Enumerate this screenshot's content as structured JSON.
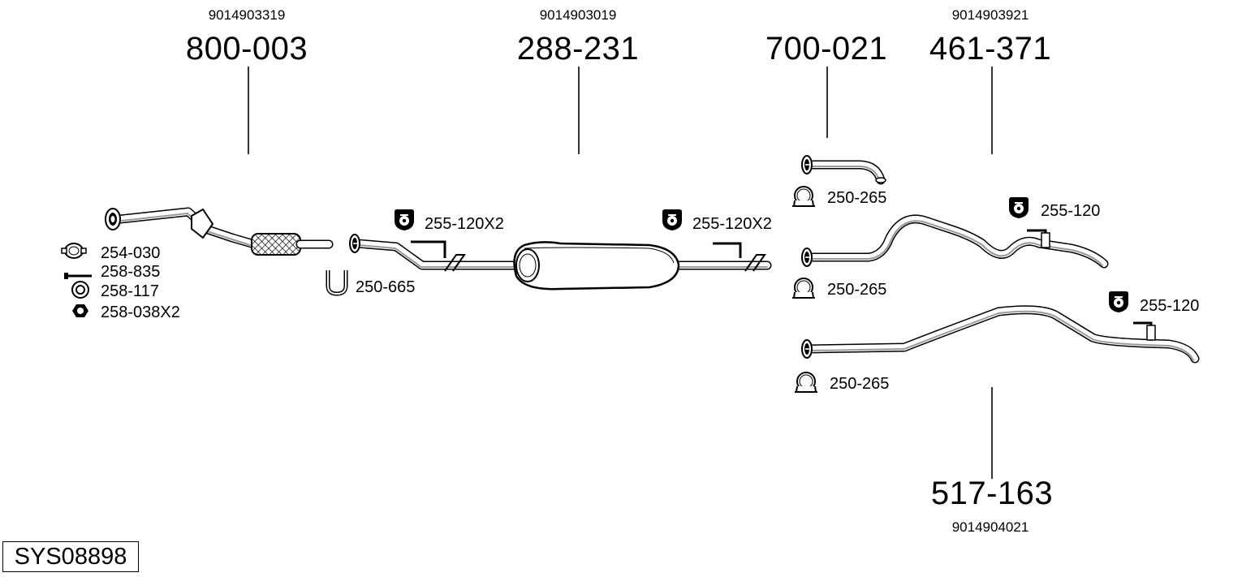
{
  "diagram_code": "SYS08898",
  "parts": [
    {
      "oe_number": "9014903319",
      "part_number": "800-003"
    },
    {
      "oe_number": "9014903019",
      "part_number": "288-231"
    },
    {
      "part_number": "700-021"
    },
    {
      "oe_number": "9014903921",
      "part_number": "461-371"
    },
    {
      "oe_number": "9014904021",
      "part_number": "517-163"
    }
  ],
  "accessories": {
    "front_clamp": "254-030",
    "front_bolt": "258-835",
    "front_ring": "258-117",
    "front_nut": "258-038X2",
    "ubolt": "250-665",
    "mount_left": "255-120X2",
    "mount_right": "255-120X2",
    "clamp_700": "250-265",
    "clamp_461": "250-265",
    "mount_461": "255-120",
    "mount_517": "255-120",
    "clamp_517": "250-265"
  },
  "icons": {
    "clamp": "pipe-clamp-icon",
    "bolt": "bolt-icon",
    "ring": "sealing-ring-icon",
    "nut": "nut-icon",
    "ubolt": "u-bolt-icon",
    "mount": "rubber-mount-icon"
  }
}
